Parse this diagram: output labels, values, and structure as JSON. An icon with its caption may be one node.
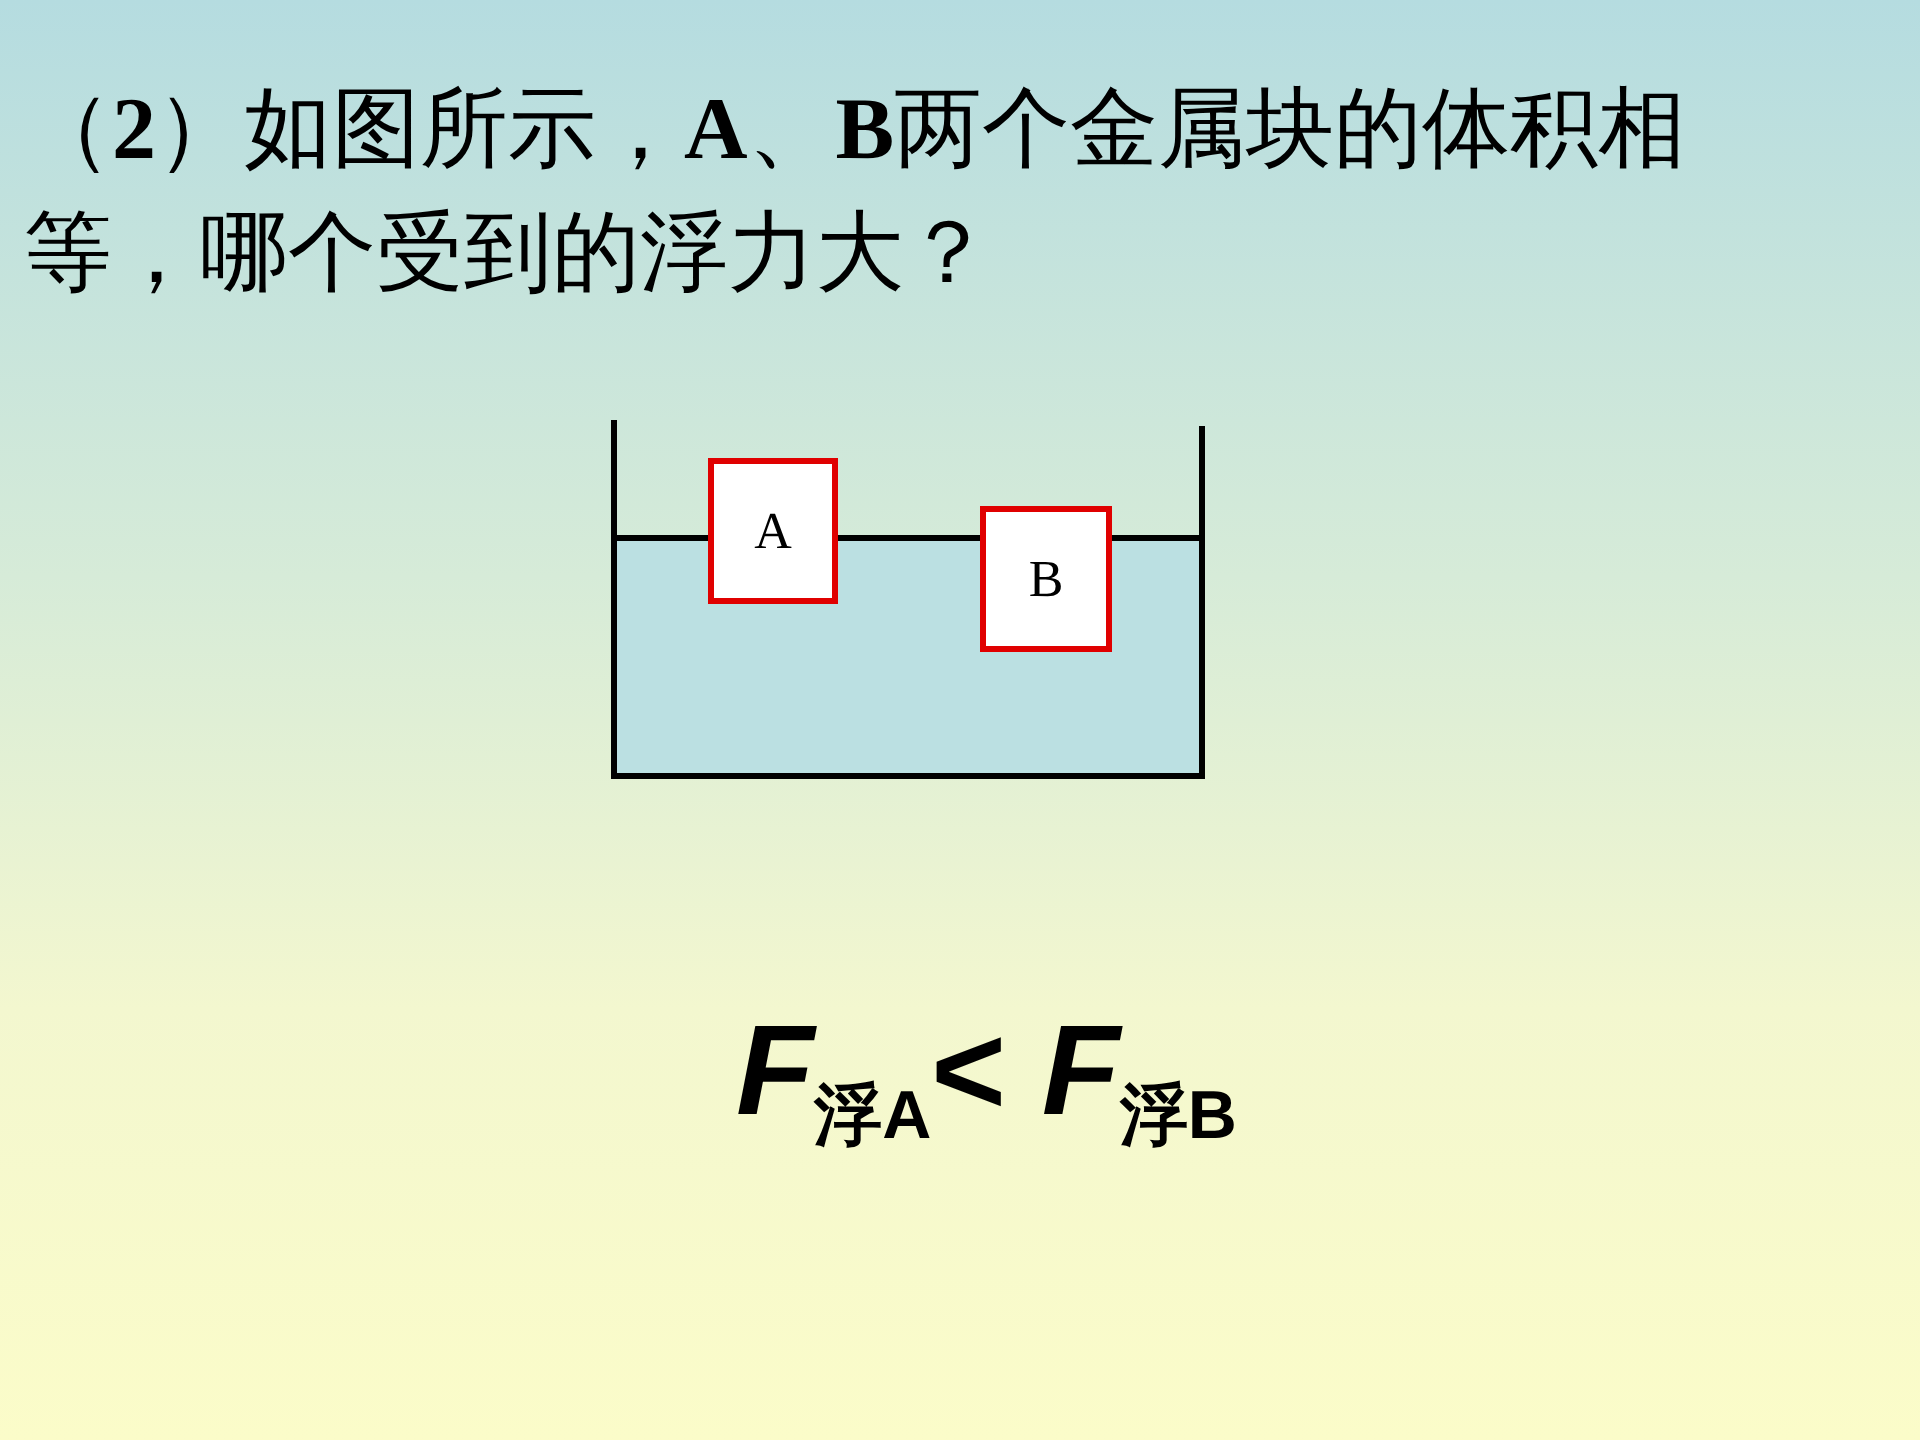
{
  "diagram": {
    "title": "（**2**）如图所示，**A**、**B**两个金属块的体积相等，哪个受到的浮力大？",
    "nodes": [
      {
        "text": [
          "A"
        ]
      },
      {
        "text": [
          "B"
        ]
      }
    ],
    "labels": [
      "*F*$_{浮A}$< *F*$_{浮B}$"
    ]
  }
}
